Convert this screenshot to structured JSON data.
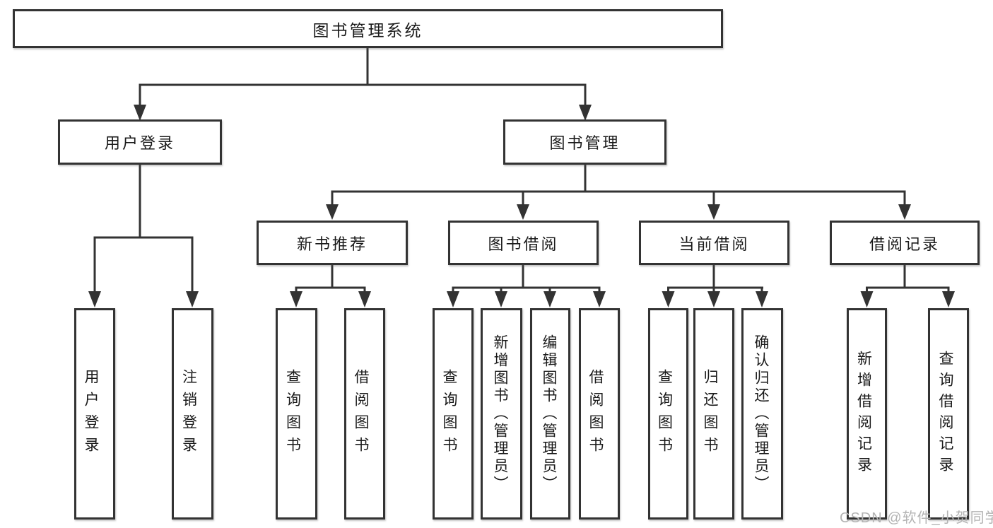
{
  "diagram": {
    "type": "hierarchy-tree",
    "tree": {
      "root": {
        "label": "图书管理系统"
      },
      "branches": [
        {
          "label": "用户登录",
          "children": [
            {
              "label": "用户登录"
            },
            {
              "label": "注销登录"
            }
          ]
        },
        {
          "label": "图书管理",
          "children": [
            {
              "label": "新书推荐",
              "children": [
                {
                  "label": "查询图书"
                },
                {
                  "label": "借阅图书"
                }
              ]
            },
            {
              "label": "图书借阅",
              "children": [
                {
                  "label": "查询图书"
                },
                {
                  "label": "新增图书（管理员）"
                },
                {
                  "label": "编辑图书（管理员）"
                },
                {
                  "label": "借阅图书"
                }
              ]
            },
            {
              "label": "当前借阅",
              "children": [
                {
                  "label": "查询图书"
                },
                {
                  "label": "归还图书"
                },
                {
                  "label": "确认归还（管理员）"
                }
              ]
            },
            {
              "label": "借阅记录",
              "children": [
                {
                  "label": "新增借阅记录"
                },
                {
                  "label": "查询借阅记录"
                }
              ]
            }
          ]
        }
      ]
    },
    "colors": {
      "line": "#333333",
      "box_border": "#333333",
      "text": "#1a1a1a",
      "background": "#ffffff",
      "watermark": "#b3b3b3"
    }
  },
  "watermark": {
    "text": "CSDN @软件_小贺同学"
  }
}
